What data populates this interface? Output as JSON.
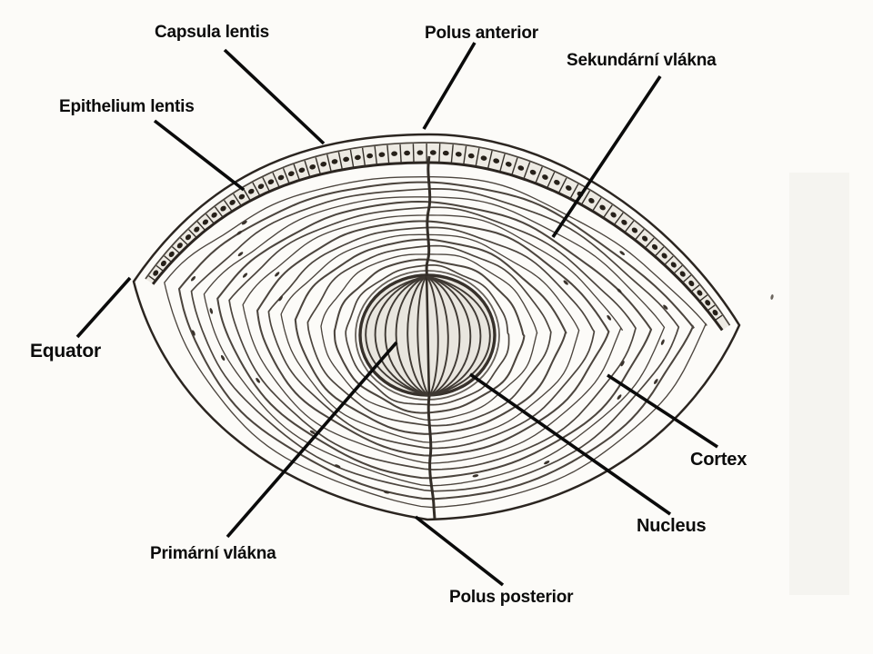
{
  "colors": {
    "paper": "#fcfbf8",
    "ink": "#0b0b0b",
    "line": "#4c453e",
    "outline": "#2b2520",
    "band_fill": "#edeae3",
    "nucleus_fill": "#e9e6df",
    "dot": "#262019"
  },
  "labels": {
    "capsula_lentis": {
      "text": "Capsula lentis"
    },
    "polus_anterior": {
      "text": "Polus anterior"
    },
    "sekundarni_vlakna": {
      "text": "Sekundární vlákna"
    },
    "epithelium_lentis": {
      "text": "Epithelium lentis"
    },
    "equator": {
      "text": "Equator"
    },
    "cortex": {
      "text": "Cortex"
    },
    "nucleus": {
      "text": "Nucleus"
    },
    "primarni_vlakna": {
      "text": "Primární vlákna"
    },
    "polus_posterior": {
      "text": "Polus posterior"
    }
  }
}
